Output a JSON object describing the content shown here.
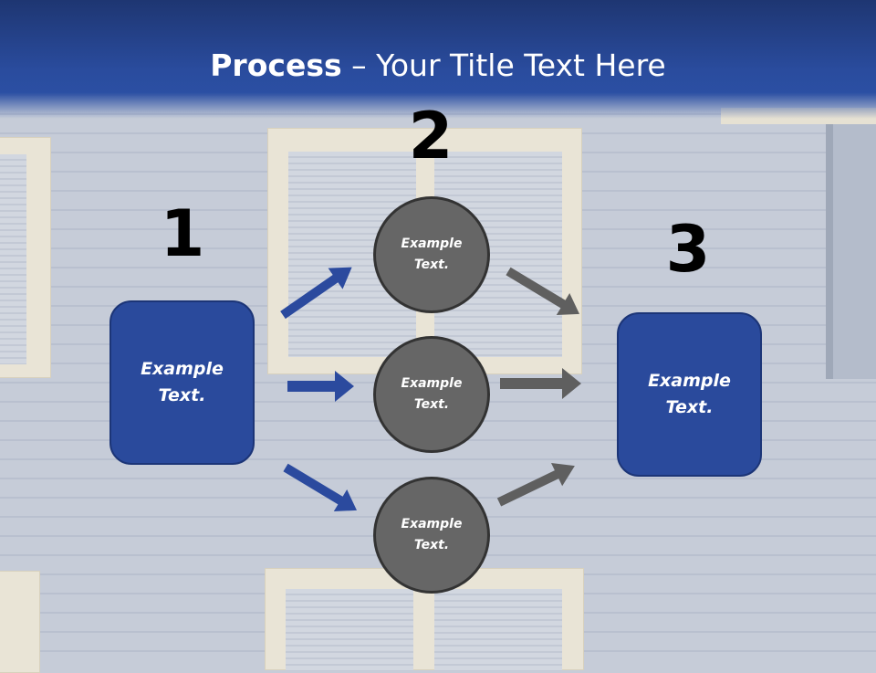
{
  "title": {
    "bold": "Process",
    "rest": " – Your Title Text Here"
  },
  "steps": [
    {
      "number": "1",
      "label_line1": "Example",
      "label_line2": "Text."
    },
    {
      "number": "2"
    },
    {
      "number": "3",
      "label_line1": "Example",
      "label_line2": "Text."
    }
  ],
  "circles": [
    {
      "line1": "Example",
      "line2": "Text."
    },
    {
      "line1": "Example",
      "line2": "Text."
    },
    {
      "line1": "Example",
      "line2": "Text."
    }
  ],
  "colors": {
    "blue": "#2a4a9c",
    "gray": "#666666",
    "arrow_blue": "#2b4a9e",
    "arrow_gray": "#5f5f5f"
  }
}
